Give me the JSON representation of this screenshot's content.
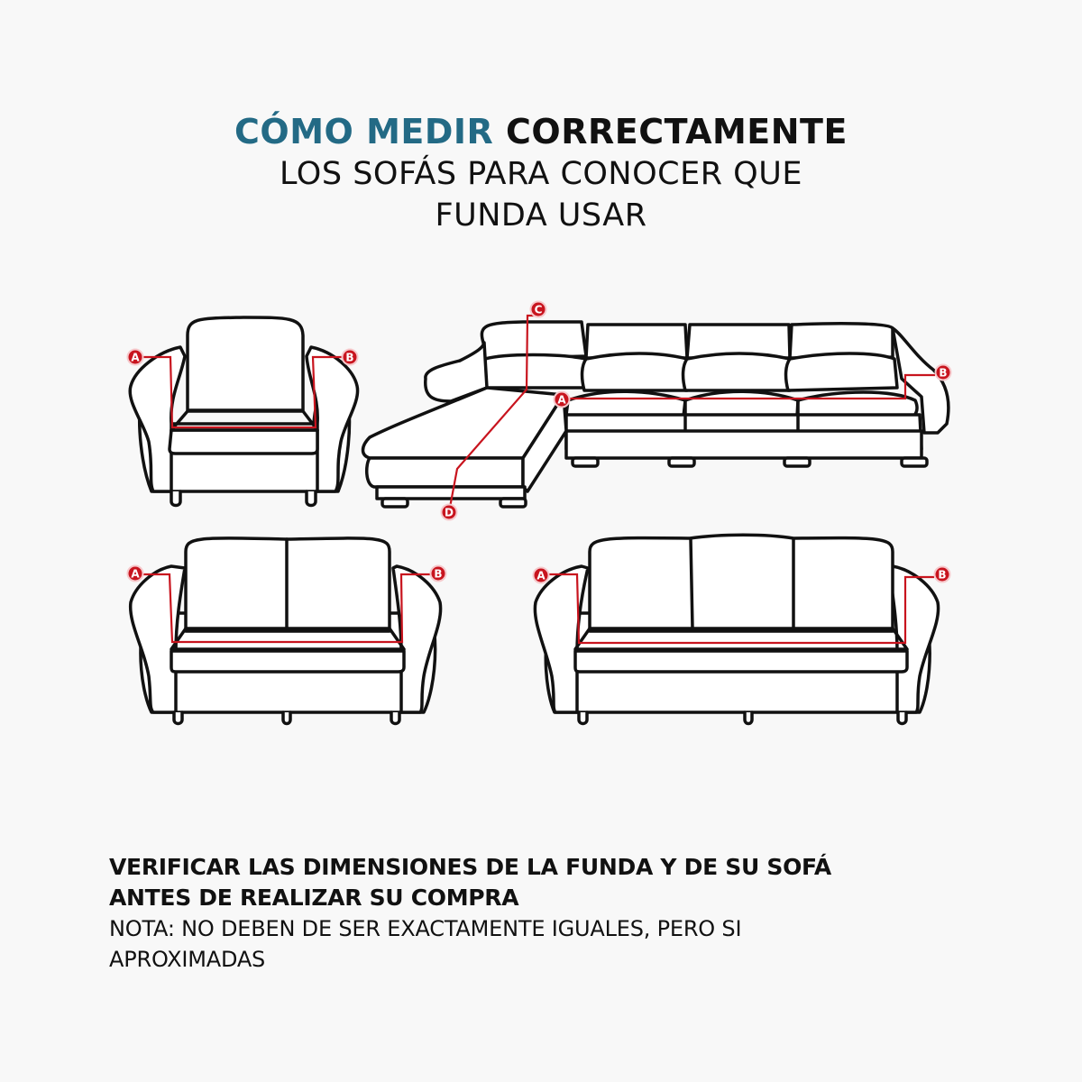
{
  "header": {
    "title_accent": "CÓMO MEDIR",
    "title_strong": "CORRECTAMENTE",
    "subtitle_line1": "LOS SOFÁS PARA CONOCER QUE",
    "subtitle_line2": "FUNDA USAR"
  },
  "diagrams": {
    "armchair": {
      "labels": [
        "A",
        "B"
      ]
    },
    "sectional": {
      "labels": [
        "A",
        "B",
        "C",
        "D"
      ]
    },
    "loveseat": {
      "labels": [
        "A",
        "B"
      ]
    },
    "three_seater": {
      "labels": [
        "A",
        "B"
      ]
    }
  },
  "footer": {
    "warning_line1": "VERIFICAR LAS DIMENSIONES DE LA FUNDA Y DE SU SOFÁ",
    "warning_line2": "ANTES DE REALIZAR SU COMPRA",
    "note_line1": "NOTA: NO DEBEN DE SER EXACTAMENTE IGUALES, PERO SI",
    "note_line2": "APROXIMADAS"
  },
  "colors": {
    "accent": "#236a85",
    "measure_red": "#c8141e",
    "background": "#f8f8f8",
    "outline": "#111111"
  }
}
